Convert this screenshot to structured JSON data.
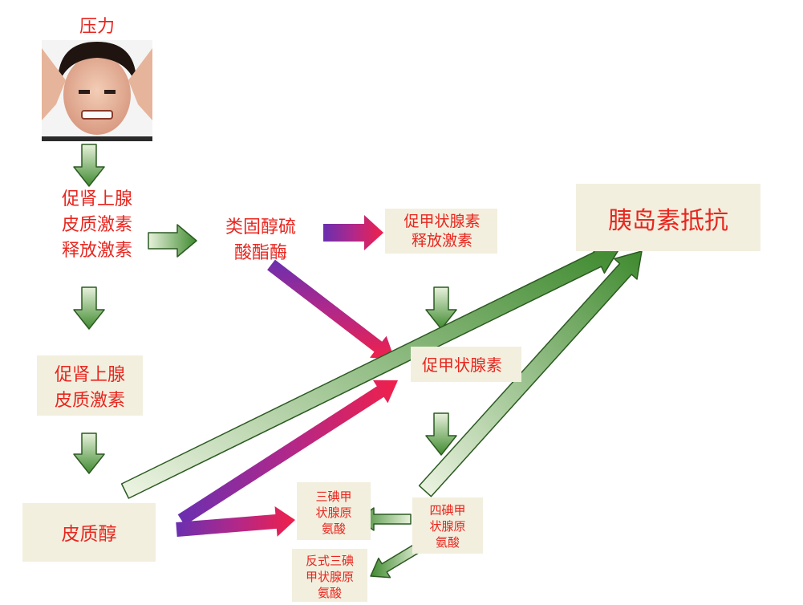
{
  "labels": {
    "stress": "压力",
    "crh": [
      "促肾上腺",
      "皮质激素",
      "释放激素"
    ],
    "acth": [
      "促肾上腺",
      "皮质激素"
    ],
    "cortisol": "皮质醇",
    "sulfatase": [
      "类固醇硫",
      "酸酯酶"
    ],
    "trh": [
      "促甲状腺素",
      "释放激素"
    ],
    "tsh": "促甲状腺素",
    "insulin_resistance": "胰岛素抵抗",
    "t3": [
      "三碘甲",
      "状腺原",
      "氨酸"
    ],
    "t4": [
      "四碘甲",
      "状腺原",
      "氨酸"
    ],
    "rt3": [
      "反式三碘",
      "甲状腺原",
      "氨酸"
    ]
  },
  "colors": {
    "label_red": "#e8261f",
    "box_beige": "#f2efde",
    "box_green_glow": "#b8e0b0",
    "arrow_green": "#3f8a2f",
    "arrow_purple": "#6a2fb0",
    "arrow_red": "#f0204a"
  },
  "icons": {
    "stress_photo": "stressed-person-photo"
  }
}
